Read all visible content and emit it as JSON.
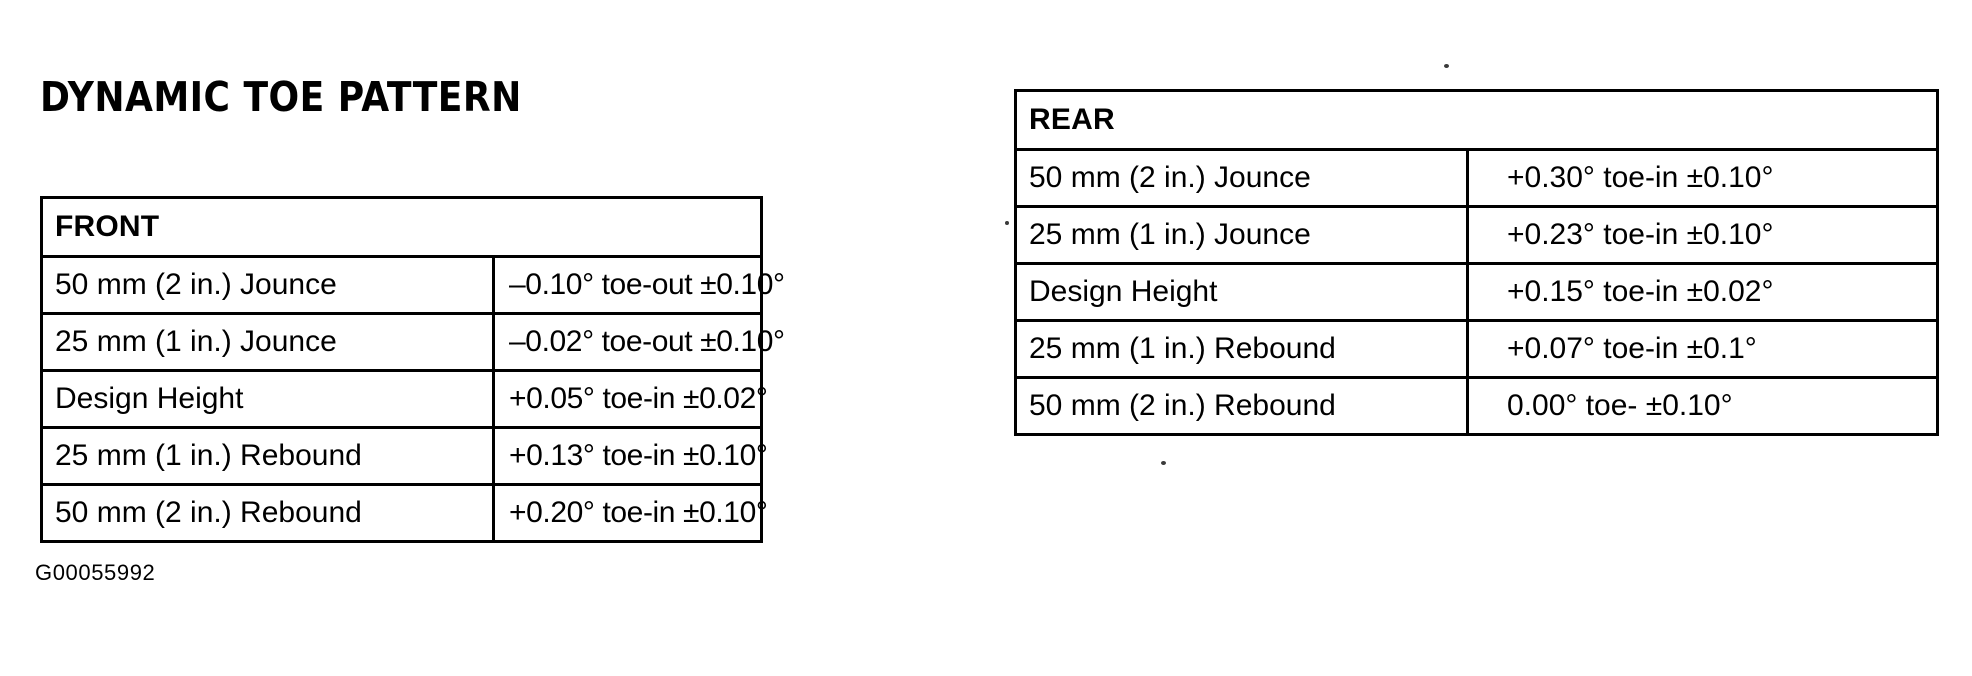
{
  "title": "DYNAMIC TOE PATTERN",
  "caption": "G00055992",
  "front": {
    "header": "FRONT",
    "rows": [
      {
        "condition": "50 mm (2 in.) Jounce",
        "value": "–0.10° toe-out ±0.10°"
      },
      {
        "condition": "25 mm (1 in.) Jounce",
        "value": "–0.02° toe-out ±0.10°"
      },
      {
        "condition": "Design Height",
        "value": "+0.05° toe-in ±0.02°"
      },
      {
        "condition": "25 mm (1 in.) Rebound",
        "value": "+0.13° toe-in ±0.10°"
      },
      {
        "condition": "50 mm (2 in.) Rebound",
        "value": "+0.20° toe-in ±0.10°"
      }
    ]
  },
  "rear": {
    "header": "REAR",
    "rows": [
      {
        "condition": "50 mm (2 in.) Jounce",
        "value": "+0.30° toe-in ±0.10°"
      },
      {
        "condition": "25 mm (1 in.) Jounce",
        "value": "+0.23° toe-in ±0.10°"
      },
      {
        "condition": "Design Height",
        "value": "+0.15° toe-in ±0.02°"
      },
      {
        "condition": "25 mm (1 in.) Rebound",
        "value": "+0.07° toe-in ±0.1°"
      },
      {
        "condition": "50 mm (2 in.) Rebound",
        "value": "0.00° toe- ±0.10°"
      }
    ]
  },
  "colors": {
    "ink": "#000000",
    "page": "#ffffff"
  }
}
